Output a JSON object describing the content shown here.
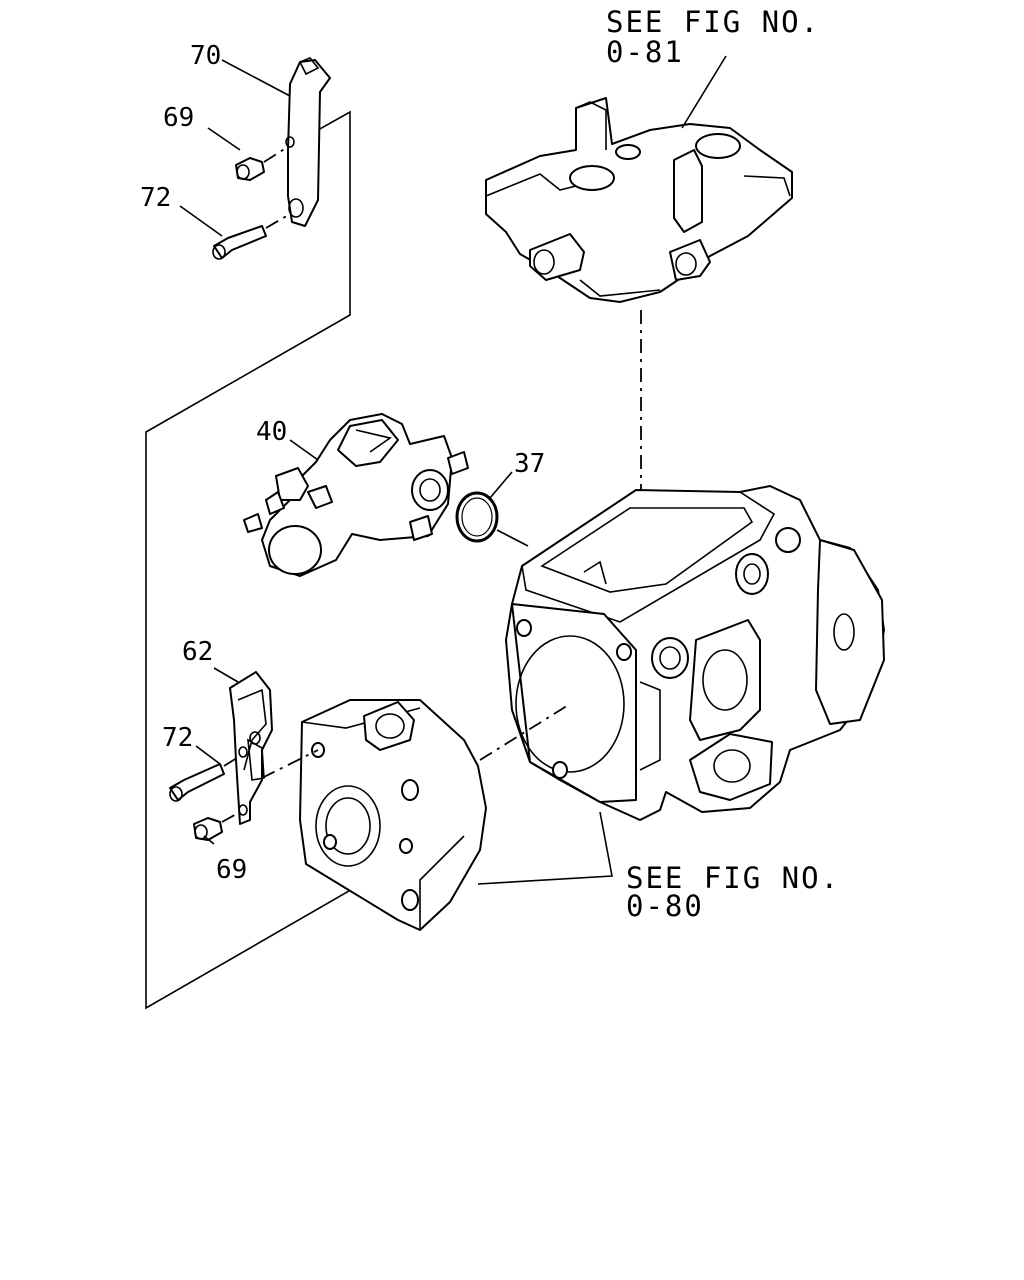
{
  "callouts": [
    {
      "id": "70",
      "label": "70"
    },
    {
      "id": "69a",
      "label": "69"
    },
    {
      "id": "72a",
      "label": "72"
    },
    {
      "id": "40",
      "label": "40"
    },
    {
      "id": "37",
      "label": "37"
    },
    {
      "id": "62",
      "label": "62"
    },
    {
      "id": "72b",
      "label": "72"
    },
    {
      "id": "69b",
      "label": "69"
    }
  ],
  "references": {
    "top": {
      "line1": "SEE FIG NO.",
      "line2": "0-81"
    },
    "bottom": {
      "line1": "SEE FIG NO.",
      "line2": "0-80"
    }
  },
  "colors": {
    "ink": "#000000",
    "paper": "#ffffff"
  }
}
